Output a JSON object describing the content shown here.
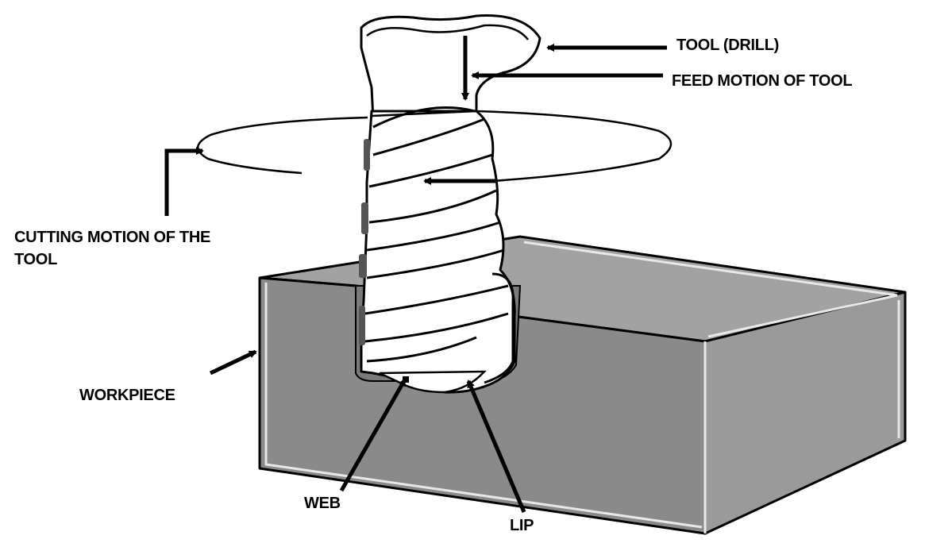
{
  "labels": {
    "tool": "TOOL (DRILL)",
    "feed_motion": "FEED MOTION OF TOOL",
    "cutting_motion_line1": "CUTTING MOTION OF THE",
    "cutting_motion_line2": "TOOL",
    "workpiece": "WORKPIECE",
    "web": "WEB",
    "lip": "LIP"
  },
  "colors": {
    "block_front": "#8a8a8a",
    "block_side": "#9a9a9a",
    "block_top": "#a2a2a2",
    "hole": "#7a7a7a",
    "drill": "#ffffff",
    "line": "#000000"
  }
}
